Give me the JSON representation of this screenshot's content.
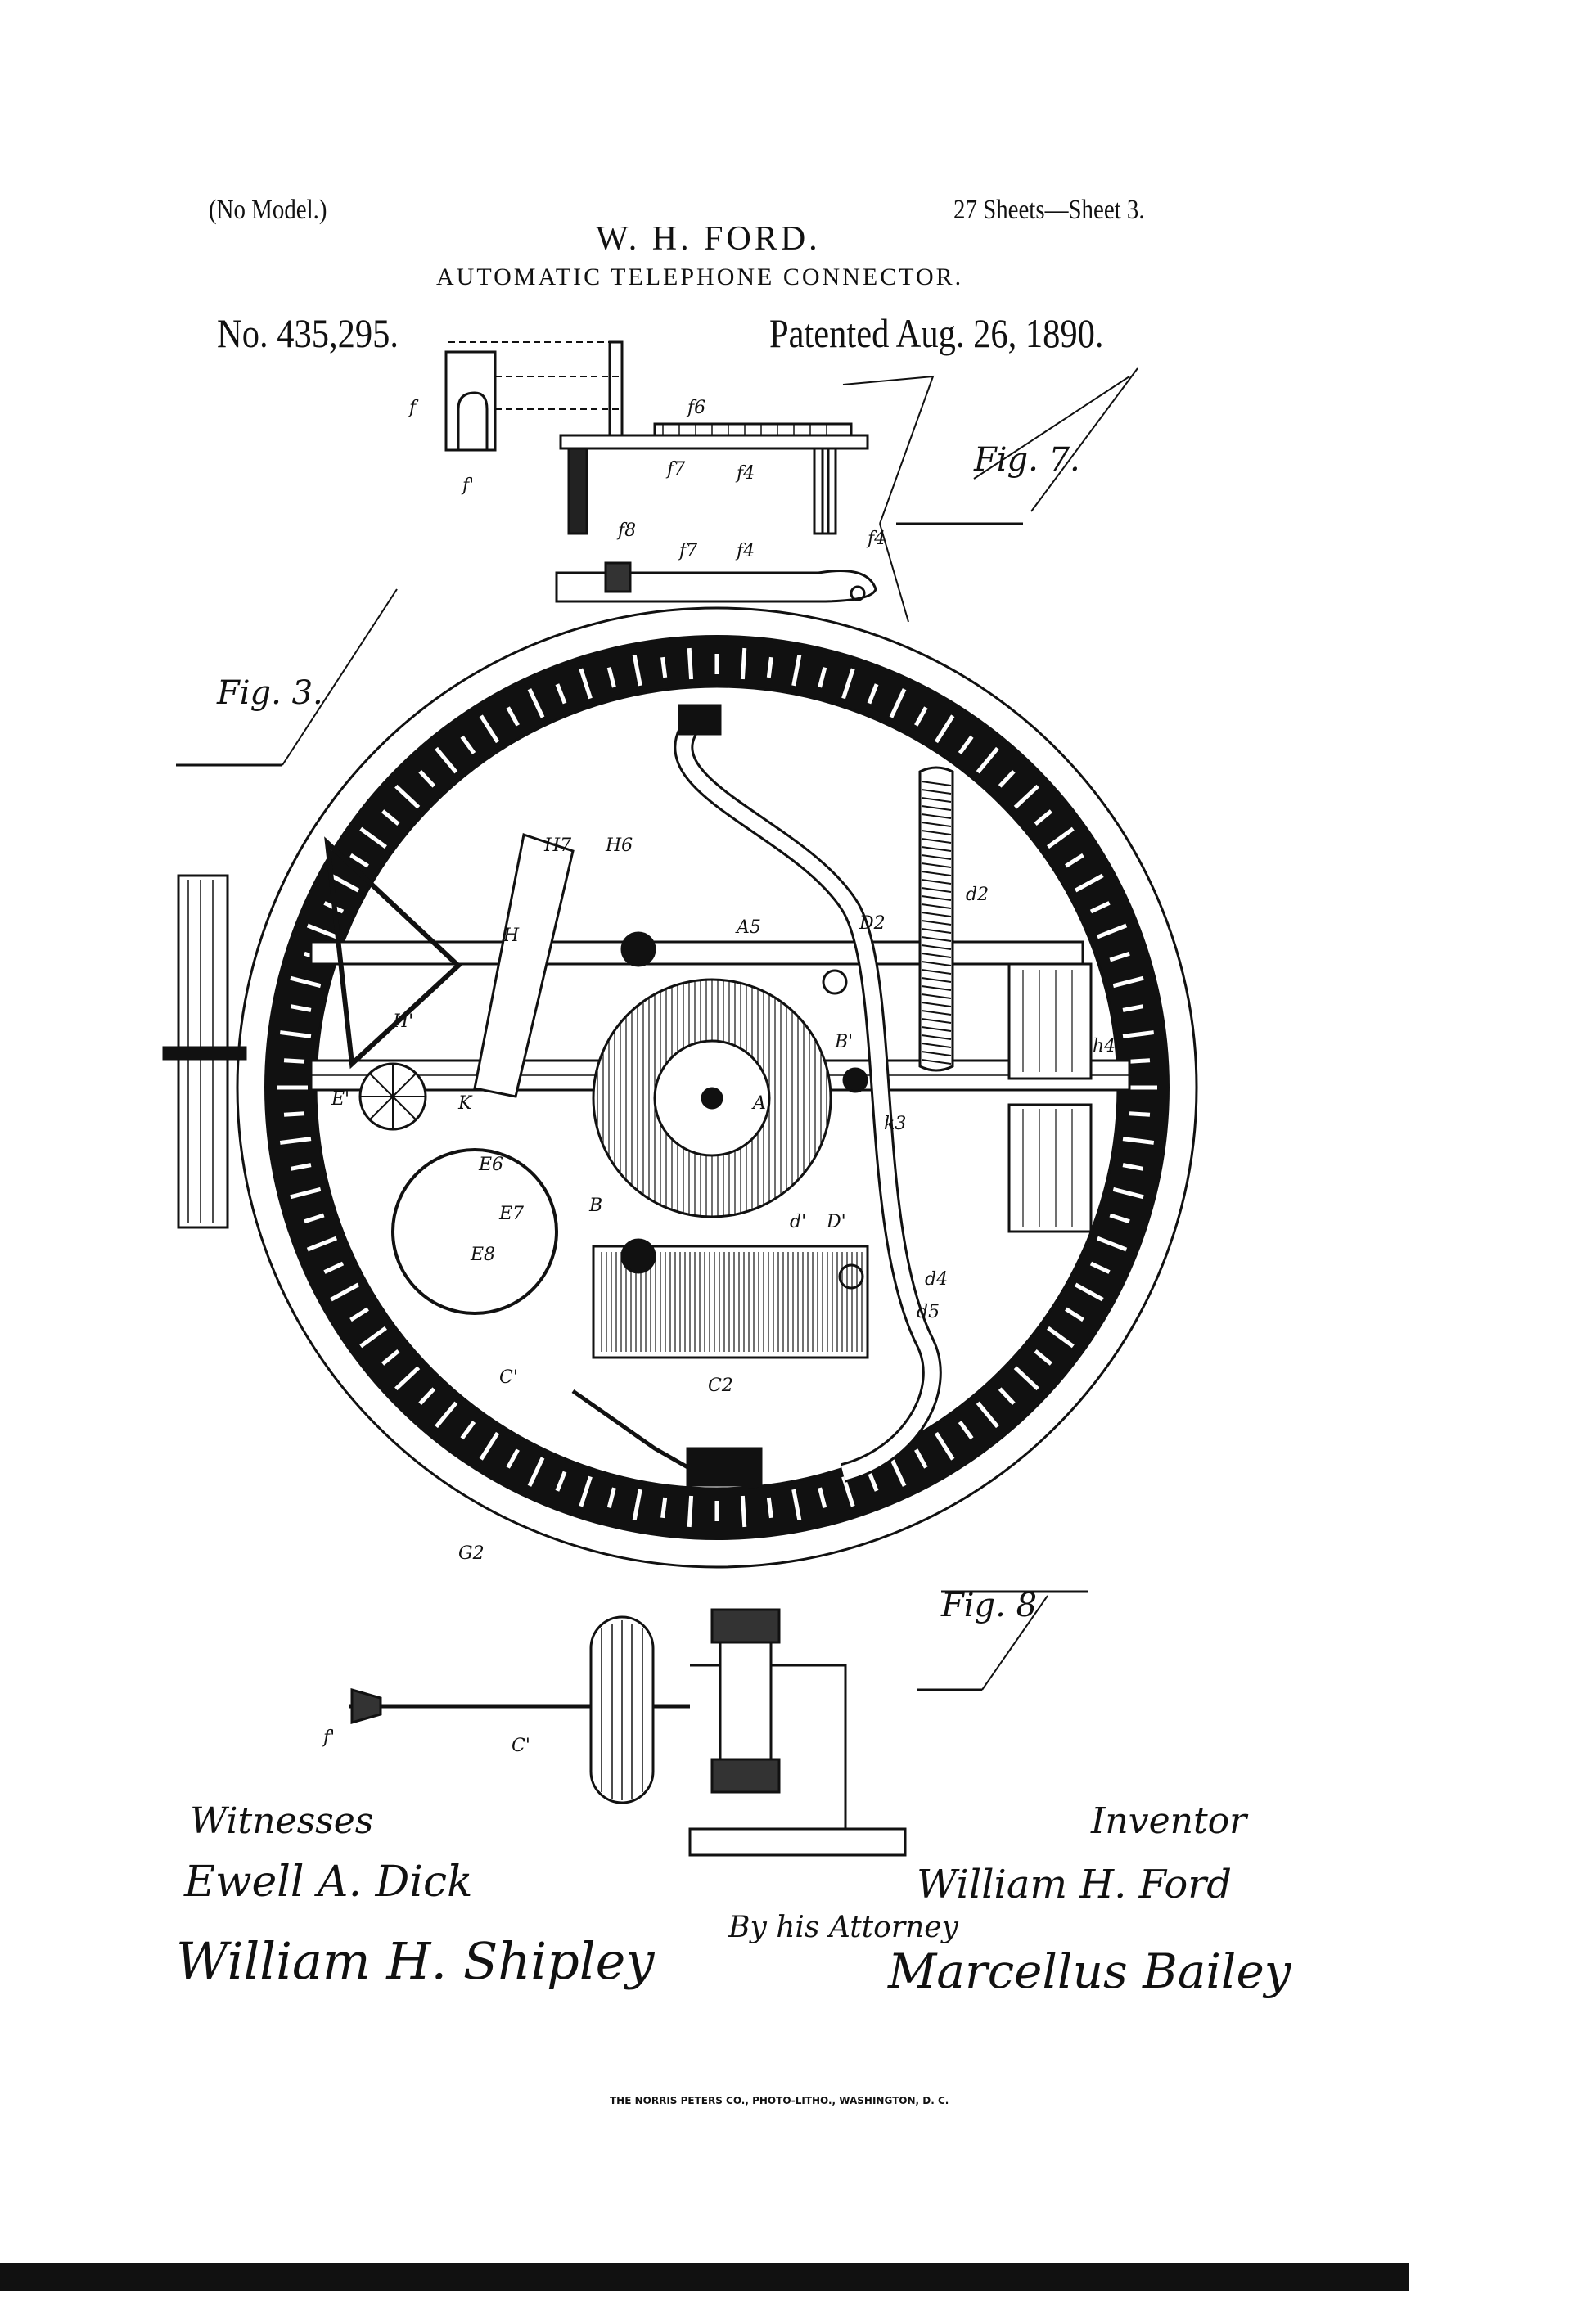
{
  "header": {
    "model_note": "(No Model.)",
    "sheet_info": "27 Sheets—Sheet 3.",
    "inventor_name": "W. H. FORD.",
    "title": "AUTOMATIC TELEPHONE CONNECTOR.",
    "patent_number": "No. 435,295.",
    "patent_date": "Patented Aug. 26, 1890."
  },
  "figures": {
    "fig7": "Fig. 7.",
    "fig3": "Fig. 3.",
    "fig8": "Fig. 8"
  },
  "reference_labels": [
    "f",
    "f'",
    "f6",
    "f7",
    "f4",
    "f8",
    "f7",
    "f4",
    "f4",
    "H7",
    "H6",
    "H",
    "A5",
    "D2",
    "d2",
    "H'",
    "E'",
    "K",
    "E6",
    "E7",
    "E8",
    "B",
    "B'",
    "A",
    "k3",
    "D'",
    "d'",
    "d4",
    "d5",
    "C'",
    "C2",
    "G2",
    "h4",
    "f'",
    "C'"
  ],
  "signatures": {
    "witnesses_label": "Witnesses",
    "witness_1": "Ewell A. Dick",
    "witness_2": "William H. Shipley",
    "inventor_label": "Inventor",
    "inventor_signature": "William H. Ford",
    "attorney_label": "By his Attorney",
    "attorney_signature": "Marcellus Bailey"
  },
  "footer": {
    "printer": "THE NORRIS PETERS CO., PHOTO-LITHO., WASHINGTON, D. C."
  }
}
